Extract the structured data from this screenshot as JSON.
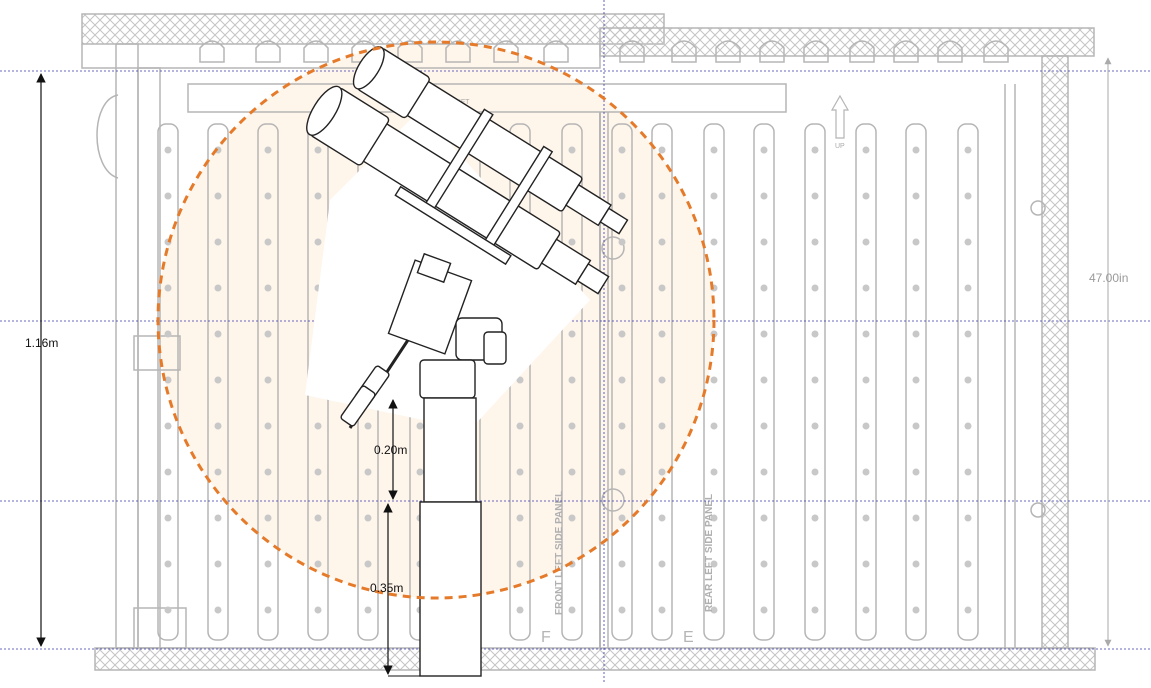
{
  "dimensions": {
    "total_height": "1.16m",
    "total_height_imperial": "47.00in",
    "upper_pier": "0.20m",
    "lower_pier": "0.35m"
  },
  "panel_text": {
    "lift": "LIFT",
    "up": "UP",
    "front_panel": "FRONT LEFT SIDE PANEL",
    "rear_panel": "REAR LEFT SIDE PANEL",
    "front_letter": "F",
    "rear_letter": "E"
  },
  "colors": {
    "sweep_circle": "#e57b2a",
    "sweep_fill": "#fdf1e4",
    "guide_line": "#3a3ab0",
    "drawing": "#b5b5b5",
    "dimension": "#111111"
  }
}
